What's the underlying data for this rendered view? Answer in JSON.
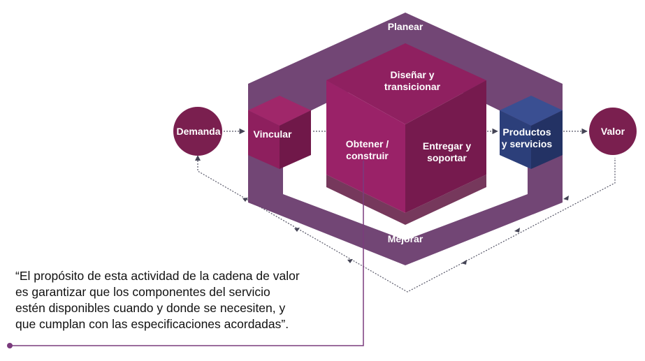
{
  "diagram": {
    "planear": "Planear",
    "mejorar": "Mejorar",
    "disenar": "Diseñar y\ntransicionar",
    "obtener": "Obtener /\nconstruir",
    "entregar": "Entregar y\nsoportar",
    "vincular": "Vincular",
    "demanda": "Demanda",
    "productos": "Productos\ny servicios",
    "valor": "Valor"
  },
  "quote": "“El propósito de esta actividad de la cadena de valor\nes garantizar que los componentes del servicio\nestén disponibles cuando y donde se necesiten, y\nque cumplan con las especificaciones acordadas”.",
  "colors": {
    "frame": "#6b3d6e",
    "cube_top": "#8f2060",
    "cube_left": "#9a2268",
    "cube_right": "#761a4e",
    "node": "#7a1f4f",
    "productos": "#2c3f7a",
    "arrows": "#555566",
    "callout": "#7a3b7d"
  }
}
